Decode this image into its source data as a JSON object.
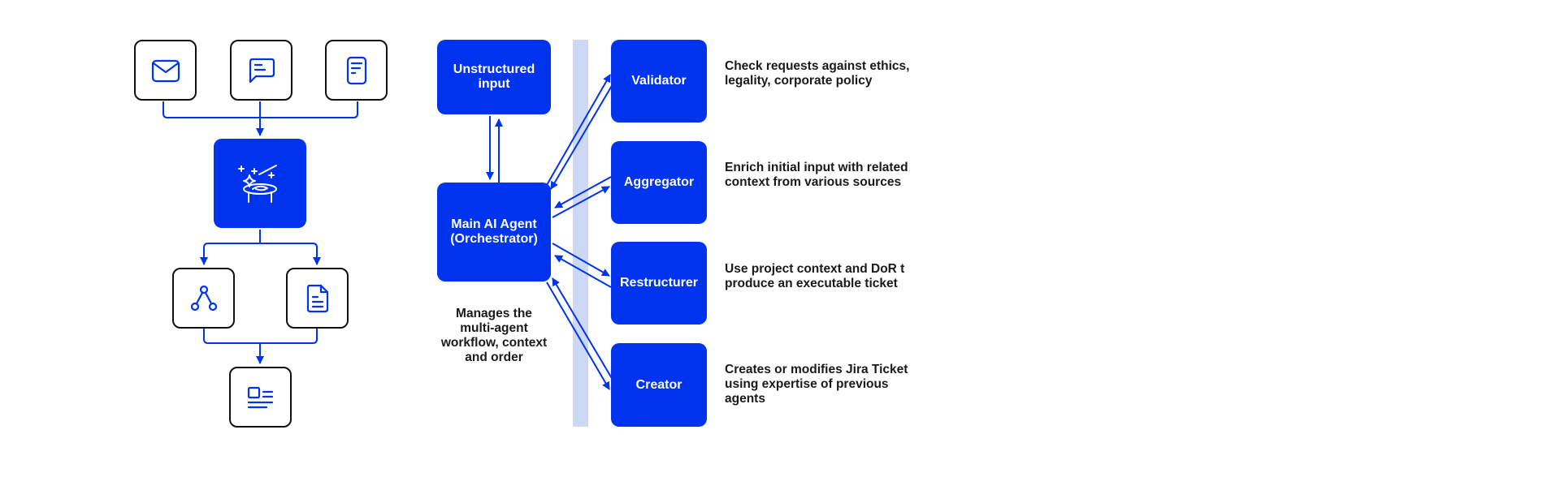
{
  "colors": {
    "accent_blue": "#0033EE",
    "stripe": "#CDD8F7",
    "outline": "#111111",
    "text": "#1A1A1A"
  },
  "left_flow": {
    "inputs": [
      {
        "icon": "mail-icon"
      },
      {
        "icon": "chat-bubble-icon"
      },
      {
        "icon": "document-icon"
      }
    ],
    "processor": {
      "icon": "magic-wand-hat-icon"
    },
    "branches": [
      {
        "icon": "workflow-nodes-icon"
      },
      {
        "icon": "file-text-icon"
      }
    ],
    "output": {
      "icon": "article-layout-icon"
    }
  },
  "right_flow": {
    "unstructured_input": {
      "label": "Unstructured\ninput"
    },
    "orchestrator": {
      "label": "Main AI Agent\n(Orchestrator)",
      "note": "Manages the\nmulti-agent\nworkflow, context\nand order"
    },
    "agents": [
      {
        "name": "Validator",
        "description": "Check requests against ethics, legality, corporate policy"
      },
      {
        "name": "Aggregator",
        "description": "Enrich initial input with related context from various sources"
      },
      {
        "name": "Restructurer",
        "description": "Use project context and DoR t produce an executable ticket"
      },
      {
        "name": "Creator",
        "description": "Creates or modifies Jira Ticket using expertise of previous agents"
      }
    ]
  }
}
